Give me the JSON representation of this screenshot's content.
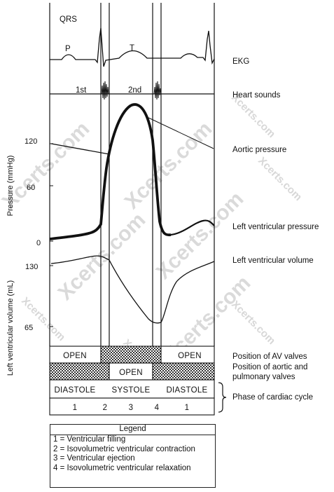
{
  "labels": {
    "qrs": "QRS",
    "p": "P",
    "t": "T",
    "s1": "1st",
    "s2": "2nd",
    "ekg": "EKG",
    "heart_sounds": "Heart sounds",
    "aortic_pressure": "Aortic pressure",
    "lv_pressure": "Left ventricular pressure",
    "lv_volume": "Left ventricular volume",
    "av_valves": "Position of AV valves",
    "aortic_valves_1": "Position of aortic and",
    "aortic_valves_2": "pulmonary valves",
    "phase": "Phase of cardiac cycle"
  },
  "axes": {
    "pressure_label": "Pressure (mmHg)",
    "volume_label": "Left ventricular volume (mL)",
    "pressure_ticks": [
      "120",
      "60",
      "0"
    ],
    "volume_ticks": [
      "130",
      "65"
    ]
  },
  "rows": {
    "av_open_left": "OPEN",
    "av_open_right": "OPEN",
    "aortic_open": "OPEN",
    "diastole_left": "DIASTOLE",
    "systole": "SYSTOLE",
    "diastole_right": "DIASTOLE",
    "phase_numbers": [
      "1",
      "2",
      "3",
      "4",
      "1"
    ]
  },
  "legend": {
    "title": "Legend",
    "items": [
      "1 = Ventricular filling",
      "2 = Isovolumetric ventricular contraction",
      "3 = Ventricular ejection",
      "4 = Isovolumetric ventricular relaxation"
    ]
  },
  "watermark": {
    "main": "Xcerts.com",
    "small": "Xcerts.com"
  }
}
